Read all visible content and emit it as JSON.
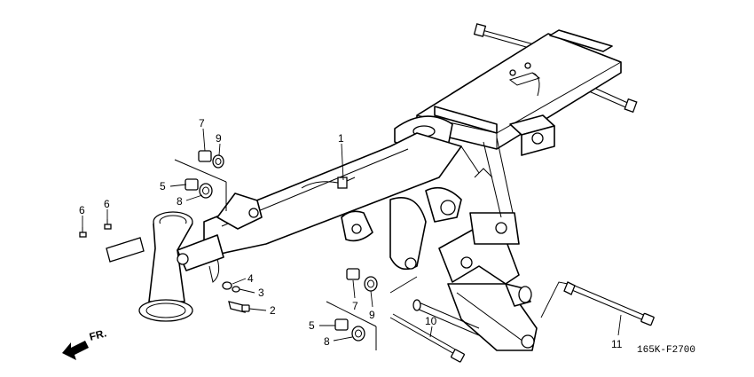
{
  "diagram_code": "165K-F2700",
  "direction_label": "FR.",
  "callouts": [
    "1",
    "2",
    "3",
    "4",
    "5",
    "5",
    "6",
    "6",
    "7",
    "7",
    "8",
    "8",
    "9",
    "9",
    "10",
    "11"
  ]
}
